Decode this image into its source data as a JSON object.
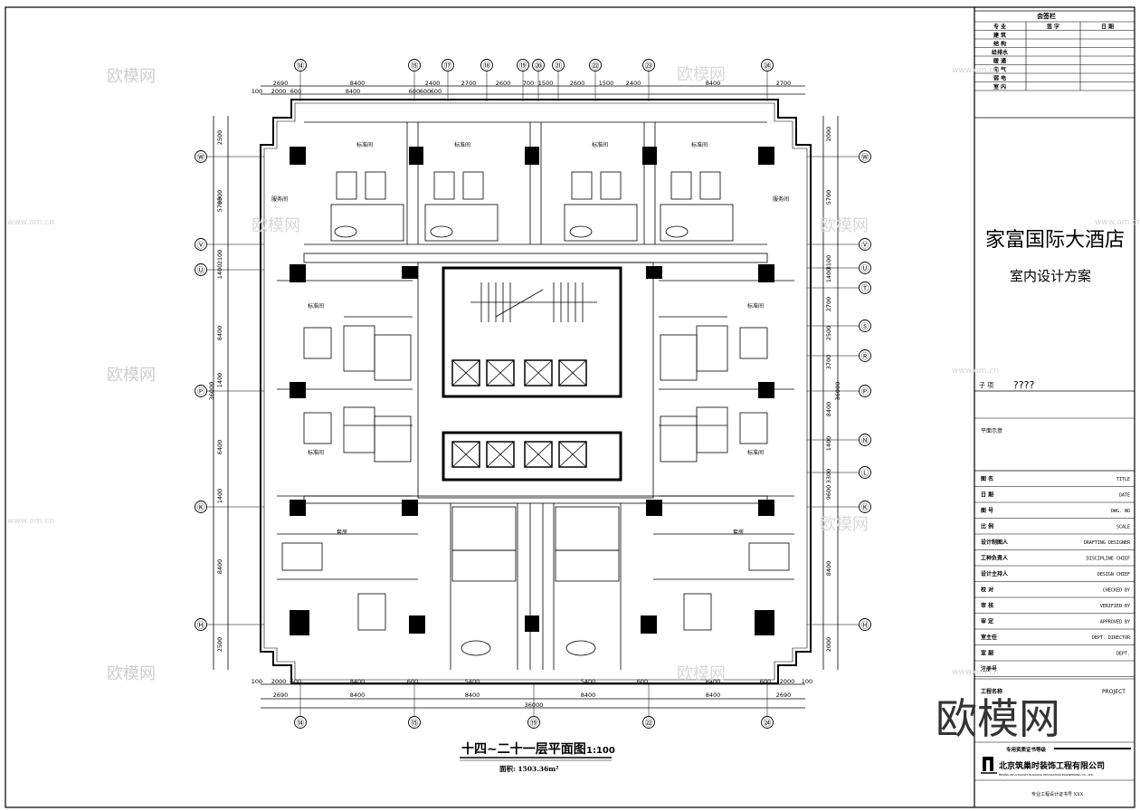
{
  "grid_labels": {
    "top": [
      "⑭",
      "⑮",
      "⑰",
      "⑱",
      "⑲",
      "⑳",
      "㉑",
      "㉒",
      "㉓",
      "㉔"
    ],
    "bottom": [
      "⑭",
      "⑮",
      "⑲",
      "㉒",
      "㉔"
    ],
    "left": [
      "Ⓦ",
      "Ⓥ",
      "Ⓤ",
      "Ⓟ",
      "Ⓚ",
      "Ⓗ"
    ],
    "right": [
      "Ⓦ",
      "Ⓥ",
      "Ⓤ",
      "Ⓣ",
      "Ⓢ",
      "Ⓡ",
      "Ⓟ",
      "Ⓝ",
      "Ⓛ",
      "Ⓚ",
      "Ⓗ"
    ]
  },
  "dims": {
    "top_outer": [
      "2690",
      "8400",
      "2400",
      "2700",
      "2600",
      "700",
      "1500",
      "2600",
      "1500",
      "2400",
      "8400",
      "2700"
    ],
    "top_inner": [
      "100",
      "2000",
      "600",
      "8400",
      "600",
      "600",
      "600"
    ],
    "bottom_inner": [
      "100",
      "2000",
      "600",
      "8400",
      "600",
      "5400",
      "5400",
      "600",
      "8400",
      "600",
      "2000",
      "100"
    ],
    "bottom_outer": [
      "2690",
      "8400",
      "8400",
      "8400",
      "8400",
      "2690"
    ],
    "bottom_total": "36000",
    "left": [
      "2500",
      "8300",
      "5700",
      "2100",
      "1400",
      "8400",
      "1400",
      "6400",
      "1400",
      "8400",
      "2500"
    ],
    "right": [
      "2000",
      "5700",
      "3100",
      "1400",
      "2700",
      "2500",
      "3700",
      "8400",
      "1400",
      "3300",
      "9600",
      "8400",
      "2000"
    ],
    "side_total": "36000"
  },
  "room_labels": {
    "guest": "标准间",
    "suite": "套房",
    "service": "服务间"
  },
  "title_block": {
    "header": "会签栏",
    "sign_cols": [
      "专  业",
      "签  字",
      "日  期"
    ],
    "disciplines": [
      "建  筑",
      "结  构",
      "给排水",
      "暖  通",
      "电  气",
      "弱  电",
      "室  内"
    ],
    "project_name": "家富国际大酒店",
    "project_sub": "室内设计方案",
    "subitem_label": "子  项",
    "subitem_value": "????",
    "drawing_category": "平面示意",
    "fields": [
      {
        "cn": "图  名",
        "en": "TITLE"
      },
      {
        "cn": "日  期",
        "en": "DATE"
      },
      {
        "cn": "图  号",
        "en": "DWG. NO"
      },
      {
        "cn": "比  例",
        "en": "SCALE"
      },
      {
        "cn": "设计制图人",
        "en": "DRAFTING  DESIGNER"
      },
      {
        "cn": "工种负责人",
        "en": "DISCIPLINE  CHIEF"
      },
      {
        "cn": "设计主持人",
        "en": "DESIGN  CHIEF"
      },
      {
        "cn": "校  对",
        "en": "CHECKED  BY"
      },
      {
        "cn": "审  核",
        "en": "VERIFIED  BY"
      },
      {
        "cn": "审  定",
        "en": "APPROVED  BY"
      },
      {
        "cn": "室主任",
        "en": "DEPT.  DIRECTOR"
      },
      {
        "cn": "室  副",
        "en": "DEPT."
      },
      {
        "cn": "注册号",
        "en": ""
      }
    ],
    "project_label": "工程名称",
    "project_label_en": "PROJECT",
    "cert_text": "专用资质证书等级",
    "company_cn": "北京筑巢时装饰工程有限公司",
    "company_en": "BEIJING ZHUCHAOSHI BUILDING DECORATION ENGINEERING CO., LTD.",
    "footer": "专业工程设计证书号 XXX"
  },
  "drawing_title": "十四~二十一层平面图",
  "drawing_scale": "1:100",
  "drawing_area": "面积: 1503.36m²",
  "watermark_text": "欧模网",
  "watermark_small": "www.om.cn",
  "colors": {
    "line": "#000000",
    "fill": "#000000",
    "paper": "#ffffff",
    "watermark": "#c8c8c8"
  }
}
